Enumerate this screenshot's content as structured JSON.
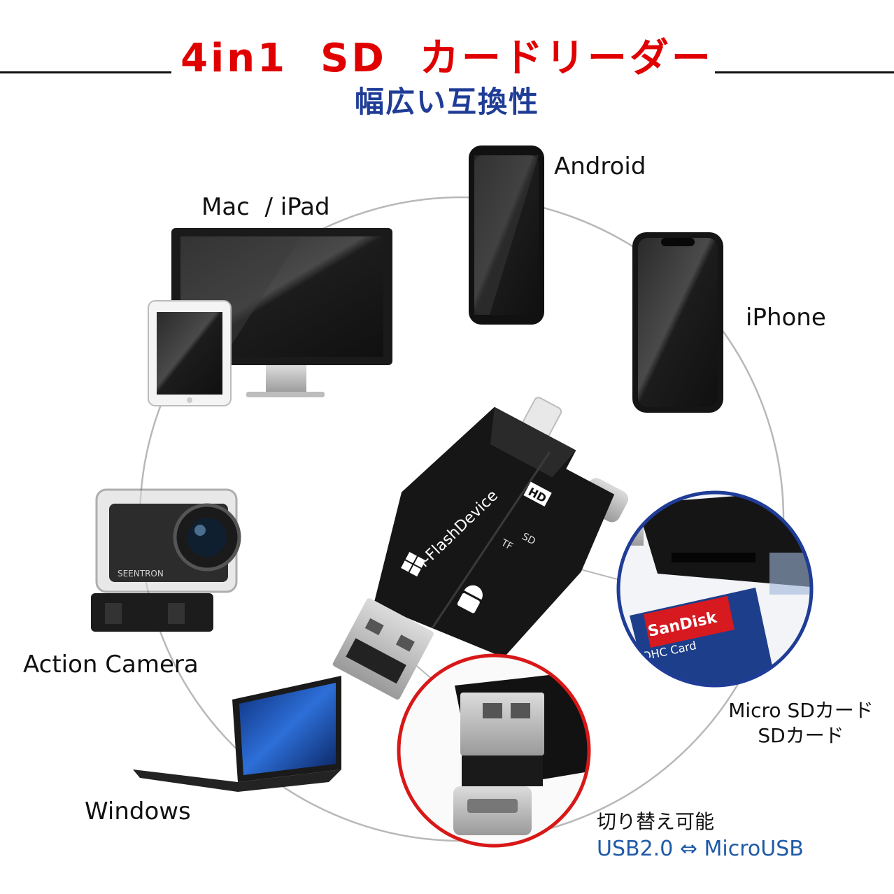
{
  "header": {
    "title": "4in1  SD  カードリーダー",
    "subtitle": "幅広い互換性"
  },
  "devices": {
    "mac_ipad": "Mac  / iPad",
    "android": "Android",
    "iphone": "iPhone",
    "action_camera": "Action Camera",
    "windows": "Windows"
  },
  "reader": {
    "brand": "i-FlashDevice",
    "badge": "HD",
    "sd_mark": "SD",
    "tf_mark": "TF"
  },
  "callouts": {
    "card_line1": "Micro SDカード",
    "card_line2": "SDカード",
    "switch_label": "切り替え可能",
    "usb_label": "USB2.0 ⇔ MicroUSB"
  },
  "camera_brand": "SEENTRON",
  "sd_card": {
    "brand": "SanDisk",
    "type": "SDHC Card"
  },
  "colors": {
    "title": "#e00000",
    "subtitle": "#1f3c96",
    "usb_label": "#1f5aa8",
    "red_circle": "#d81818",
    "blue_circle": "#1f3c96"
  }
}
